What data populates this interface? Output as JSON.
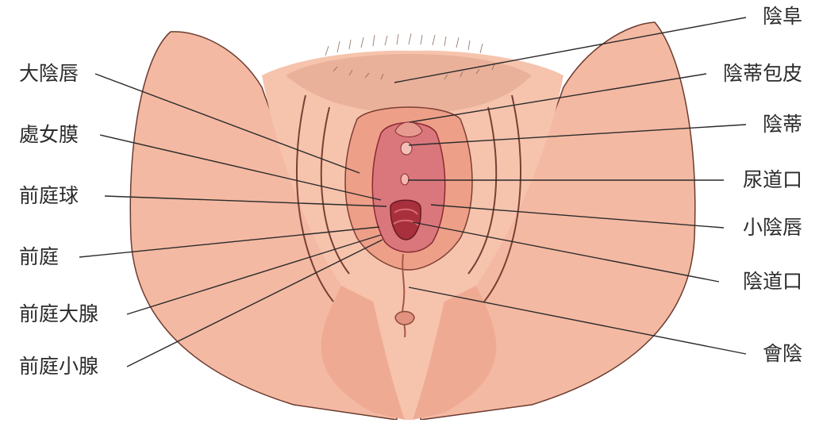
{
  "labels_left": [
    {
      "id": "labia-majora",
      "text": "大陰唇"
    },
    {
      "id": "hymen",
      "text": "處女膜"
    },
    {
      "id": "vestibular-bulb",
      "text": "前庭球"
    },
    {
      "id": "vestibule",
      "text": "前庭"
    },
    {
      "id": "greater-vestibular-gland",
      "text": "前庭大腺"
    },
    {
      "id": "lesser-vestibular-gland",
      "text": "前庭小腺"
    }
  ],
  "labels_right": [
    {
      "id": "mons-pubis",
      "text": "陰阜"
    },
    {
      "id": "clitoral-hood",
      "text": "陰蒂包皮"
    },
    {
      "id": "clitoris",
      "text": "陰蒂"
    },
    {
      "id": "urethral-opening",
      "text": "尿道口"
    },
    {
      "id": "labia-minora",
      "text": "小陰唇"
    },
    {
      "id": "vaginal-opening",
      "text": "陰道口"
    },
    {
      "id": "perineum",
      "text": "會陰"
    }
  ],
  "colors": {
    "skin": "#f4b9a2",
    "skin_shadow": "#e89c84",
    "skin_light": "#fad3c2",
    "outline": "#4a2a22",
    "inner_pink": "#d9777c",
    "inner_dark": "#a8303d",
    "leader": "#2b2b2b"
  }
}
